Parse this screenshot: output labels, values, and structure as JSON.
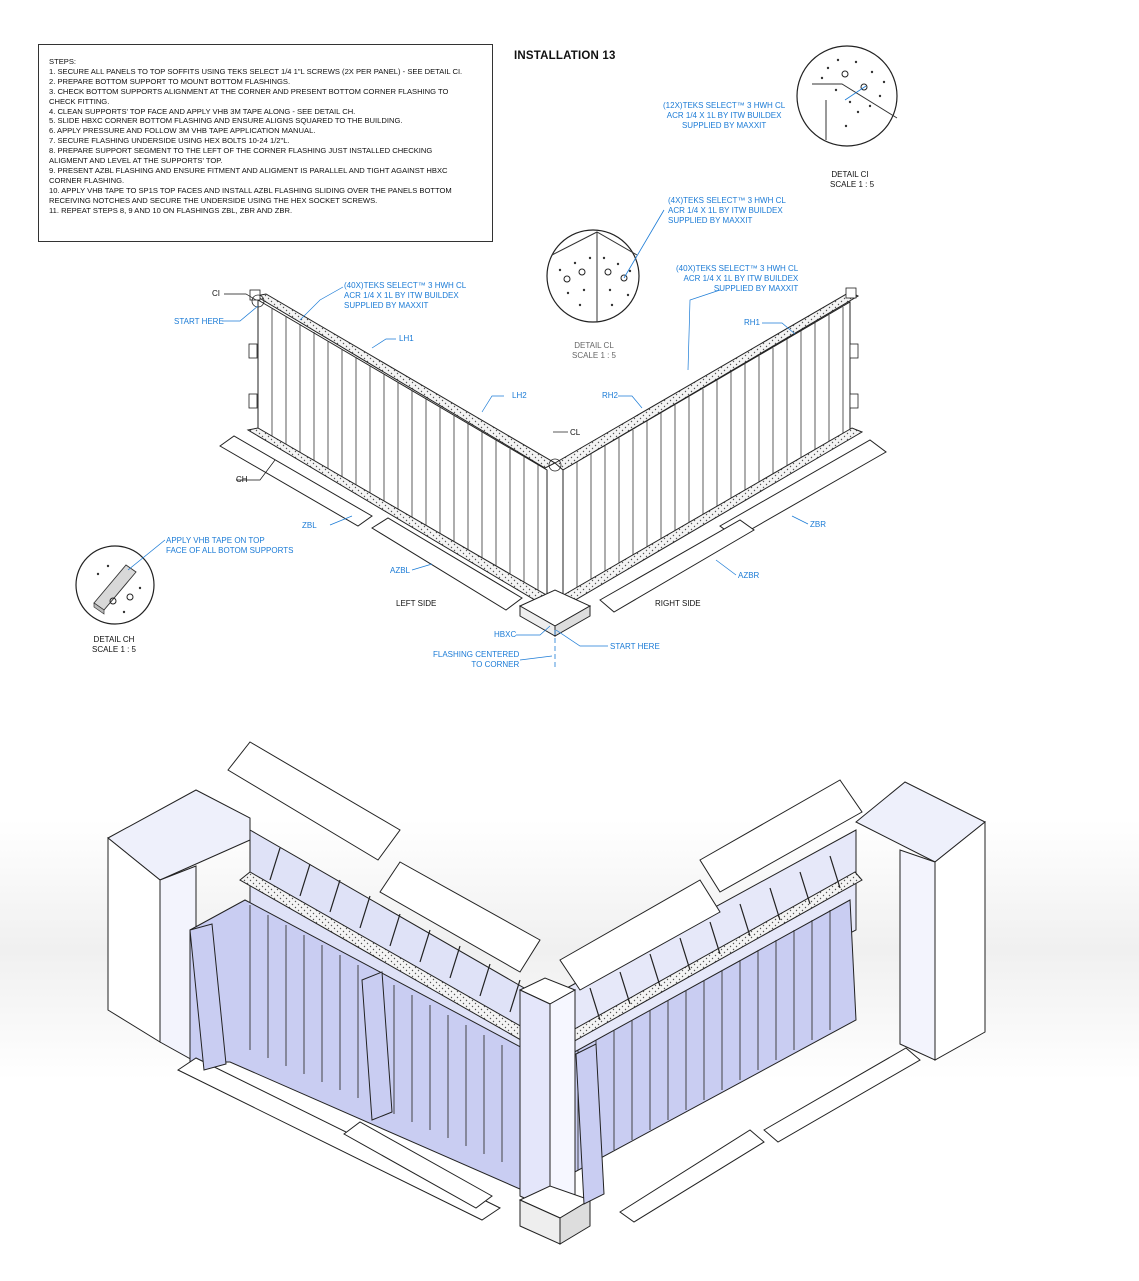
{
  "title": "INSTALLATION 13",
  "steps": {
    "heading": "STEPS:",
    "lines": [
      "1. SECURE ALL PANELS TO TOP SOFFITS USING TEKS SELECT 1/4 1\"L SCREWS (2X PER PANEL) - SEE DETAIL CI.",
      "2. PREPARE BOTTOM SUPPORT TO MOUNT BOTTOM FLASHINGS.",
      "3. CHECK BOTTOM SUPPORTS ALIGNMENT AT THE CORNER AND PRESENT BOTTOM CORNER FLASHING TO",
      "CHECK FITTING.",
      "4. CLEAN SUPPORTS' TOP FACE AND APPLY VHB 3M TAPE ALONG - SEE DETAIL CH.",
      "5. SLIDE HBXC CORNER BOTTOM FLASHING AND ENSURE ALIGNS SQUARED TO THE BUILDING.",
      "6. APPLY PRESSURE AND FOLLOW 3M VHB TAPE APPLICATION MANUAL.",
      "7. SECURE FLASHING UNDERSIDE USING HEX BOLTS 10-24 1/2\"L.",
      "8. PREPARE SUPPORT SEGMENT TO THE LEFT OF THE CORNER FLASHING JUST INSTALLED CHECKING",
      "ALIGMENT AND LEVEL AT THE SUPPORTS' TOP.",
      "9. PRESENT AZBL FLASHING AND ENSURE FITMENT AND ALIGMENT IS PARALLEL AND TIGHT AGAINST HBXC",
      "CORNER FLASHING.",
      "10. APPLY VHB TAPE TO SP1s TOP FACES AND INSTALL AZBL FLASHING SLIDING OVER THE PANELS BOTTOM",
      "RECEIVING NOTCHES AND SECURE THE UNDERSIDE USING THE HEX SOCKET SCREWS.",
      "11. REPEAT STEPS 8, 9 AND 10 ON FLASHINGS ZBL, ZBR AND ZBR."
    ]
  },
  "details": {
    "ci": {
      "callout": [
        "(12X)TEKS SELECT™ 3 HWH CL",
        "ACR 1/4 X 1L BY ITW BUILDEX",
        "SUPPLIED BY MAXXIT"
      ],
      "name": "DETAIL CI",
      "scale": "SCALE 1 : 5"
    },
    "cl": {
      "callout": [
        "(4X)TEKS SELECT™ 3 HWH CL",
        "ACR 1/4 X 1L BY ITW BUILDEX",
        "SUPPLIED BY MAXXIT"
      ],
      "name": "DETAIL CL",
      "scale": "SCALE 1 : 5"
    },
    "ch": {
      "callout": [
        "APPLY VHB TAPE ON TOP",
        "FACE OF ALL BOTOM SUPPORTS"
      ],
      "name": "DETAIL CH",
      "scale": "SCALE 1 : 5"
    }
  },
  "callouts": {
    "left_screws": [
      "(40X)TEKS SELECT™ 3 HWH CL",
      "ACR 1/4 X 1L BY ITW BUILDEX",
      "SUPPLIED BY MAXXIT"
    ],
    "right_screws": [
      "(40X)TEKS SELECT™ 3 HWH CL",
      "ACR 1/4 X 1L BY ITW BUILDEX",
      "SUPPLIED BY MAXXIT"
    ],
    "start_here_left": "START HERE",
    "start_here_right": "START HERE",
    "flashing_centered": [
      "FLASHING CENTERED",
      "TO CORNER"
    ]
  },
  "part_labels": {
    "ci": "CI",
    "cl": "CL",
    "ch": "CH",
    "lh1": "LH1",
    "lh2": "LH2",
    "rh1": "RH1",
    "rh2": "RH2",
    "zbl": "ZBL",
    "azbl": "AZBL",
    "zbr": "ZBR",
    "azbr": "AZBR",
    "hbxc": "HBXC"
  },
  "side_labels": {
    "left": "LEFT SIDE",
    "right": "RIGHT SIDE"
  },
  "colors": {
    "callout_blue": "#1b7bd6",
    "panel_fill": "#c9cdf2",
    "line": "#222222"
  }
}
